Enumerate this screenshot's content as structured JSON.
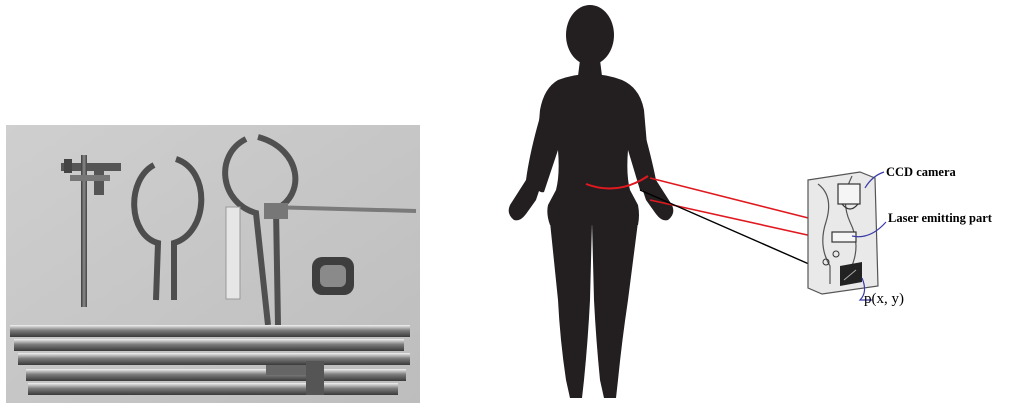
{
  "scanner_labels": {
    "ccd_camera": "CCD camera",
    "laser_part": "Laser emitting part",
    "point": "p(x, y)"
  },
  "colors": {
    "photo_background": "#c9c9c9",
    "silhouette": "#231f20",
    "laser_beam": "#e0191f",
    "reflected_ray": "#000000",
    "scanner_body": "#e9e9e9",
    "leader_line": "#3a3aa8"
  },
  "icons": {
    "tools_photo": "anthropometric-tools-photo",
    "body": "human-silhouette",
    "scanner": "laser-scanner-device"
  }
}
